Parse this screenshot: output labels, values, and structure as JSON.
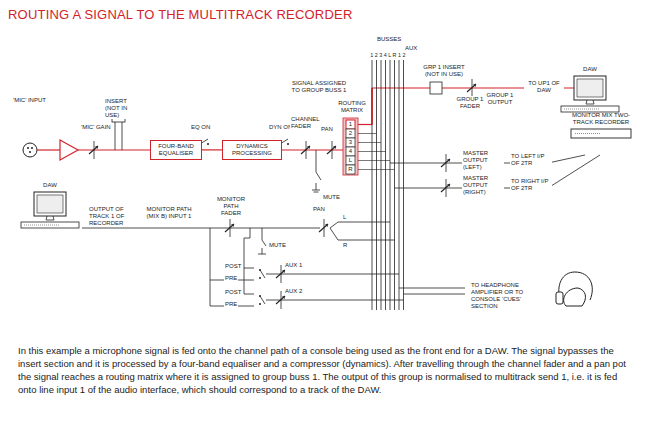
{
  "diagram": {
    "title": "ROUTING A SIGNAL TO THE MULTITRACK RECORDER",
    "caption": "In this example a microphone signal is fed onto the channel path of a console being used as the front end for a DAW. The signal bypasses the insert section and it is processed by a four-band equaliser and a compressor (dynamics). After travelling through the channel fader and a pan pot the signal reaches a routing matrix where it is assigned to group buss 1. The output of this group is normalised to multitrack send 1, i.e. it is fed onto line input 1 of the audio interface, which should correspond to a track of the DAW.",
    "nodes": [
      {
        "text": [
          "FOUR-BAND EQUALISER"
        ]
      },
      {
        "text": [
          "DYNAMICS PROCESSING"
        ]
      },
      {
        "text": [
          "DAW"
        ]
      },
      {
        "text": [
          "MONITOR MIX TWO-TRACK RECORDER"
        ]
      },
      {
        "text": [
          "DAW"
        ]
      }
    ],
    "edges": [
      {
        "from": 0,
        "to": 1,
        "arrow": "none"
      }
    ],
    "labels": [
      "'MIC' INPUT",
      "'MIC' GAIN",
      "INSERT (NOT IN USE)",
      "EQ ON",
      "DYN ON",
      "CHANNEL FADER",
      "MUTE",
      "PAN",
      "SIGNAL ASSIGNED TO GROUP BUSS 1",
      "ROUTING MATRIX",
      "1",
      "2",
      "3",
      "4",
      "L",
      "R",
      "BUSSES",
      "AUX",
      "1 2 3 4 L R 1 2",
      "GRP 1 INSERT (NOT IN USE)",
      "GROUP 1 FADER",
      "GROUP 1 OUTPUT",
      "TO UP1 OF DAW",
      "MASTER OUTPUT (LEFT)",
      "MASTER OUTPUT (RIGHT)",
      "TO LEFT I/P OF 2TR",
      "TO RIGHT I/P OF 2TR",
      "OUTPUT OF TRACK 1 OF RECORDER",
      "MONITOR PATH (MIX B) INPUT 1",
      "MONITOR PATH FADER",
      "MUTE",
      "PAN",
      "L",
      "R",
      "POST",
      "PRE",
      "AUX 1",
      "POST",
      "PRE",
      "AUX 2",
      "TO HEADPHONE AMPLIFIER OR TO CONSOLE 'CUES' SECTION"
    ]
  }
}
